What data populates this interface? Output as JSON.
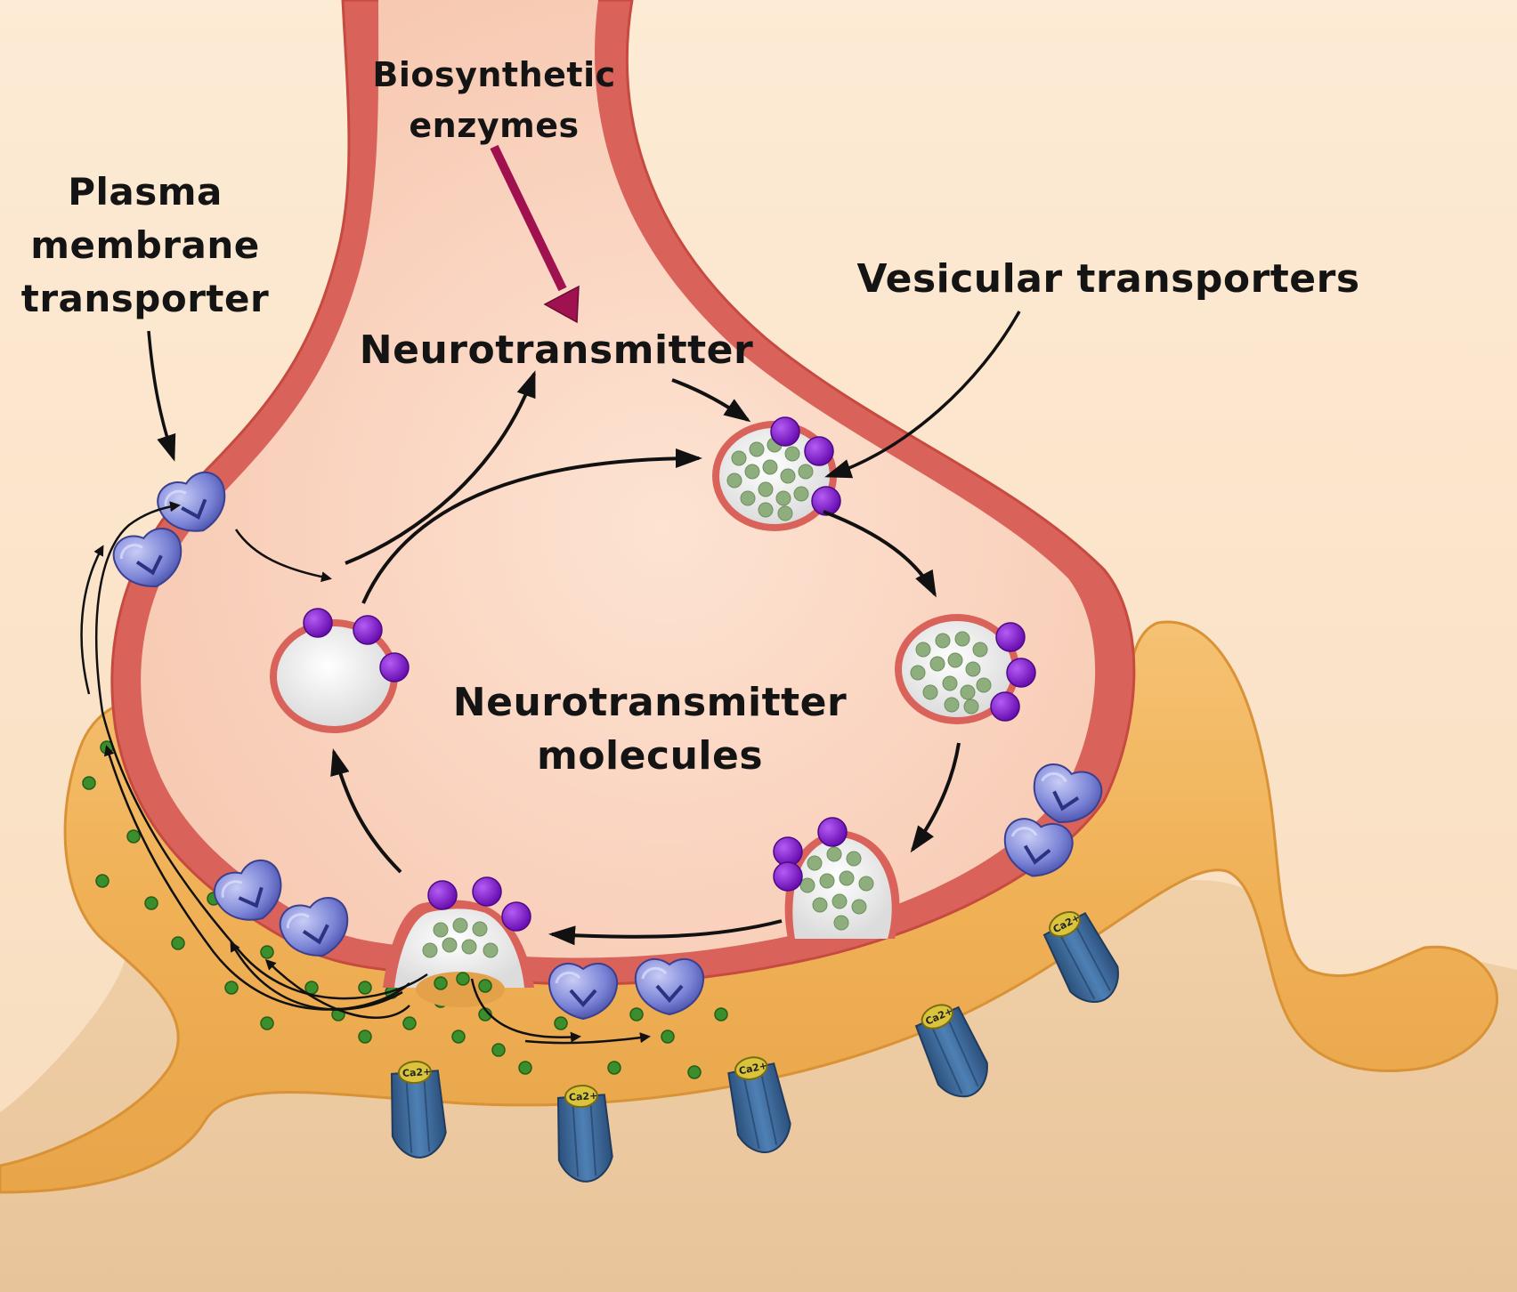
{
  "labels": {
    "plasma_membrane_transporter": [
      "Plasma",
      "membrane",
      "transporter"
    ],
    "biosynthetic_enzymes": [
      "Biosynthetic",
      "enzymes"
    ],
    "neurotransmitter": "Neurotransmitter",
    "vesicular_transporters": "Vesicular transporters",
    "neurotransmitter_molecules": [
      "Neurotransmitter",
      "molecules"
    ]
  },
  "calcium_channel_label": "Ca2+",
  "colors": {
    "background": "#fde8cf",
    "neuron_membrane": "#d9635a",
    "neuron_cytoplasm": "#fbd8c2",
    "postsynaptic_cell": "#f2b55c",
    "vesicle_transporter": "#8a1fd0",
    "neurotransmitter_molecule": "#3a8f2c",
    "plasma_membrane_transporter": "#6670c9",
    "calcium_channel": "#3a6390",
    "enzyme_arrow": "#a0124f"
  }
}
